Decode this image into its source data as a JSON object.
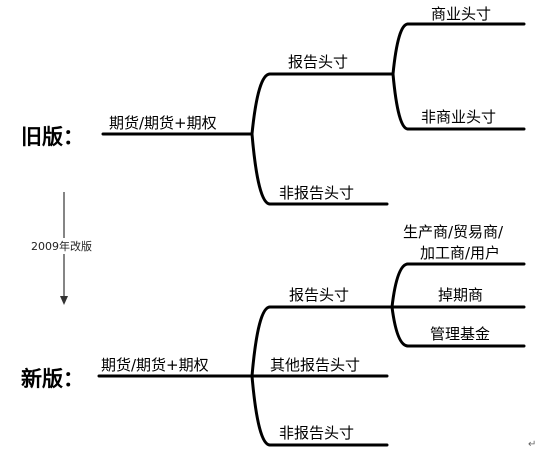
{
  "old_version": {
    "title": "旧版：",
    "root": "期货/期货+期权",
    "branch_report": "报告头寸",
    "leaf_commercial": "商业头寸",
    "leaf_noncommercial": "非商业头寸",
    "branch_nonreport": "非报告头寸"
  },
  "transition": {
    "label": "2009年改版"
  },
  "new_version": {
    "title": "新版：",
    "root": "期货/期货+期权",
    "branch_report": "报告头寸",
    "leaf_producer_line1": "生产商/贸易商/",
    "leaf_producer_line2": "加工商/用户",
    "leaf_swap": "掉期商",
    "leaf_managed": "管理基金",
    "branch_other": "其他报告头寸",
    "branch_nonreport": "非报告头寸"
  },
  "colors": {
    "line": "#000000",
    "arrow": "#333333"
  },
  "footer": {
    "mark": "↵"
  }
}
